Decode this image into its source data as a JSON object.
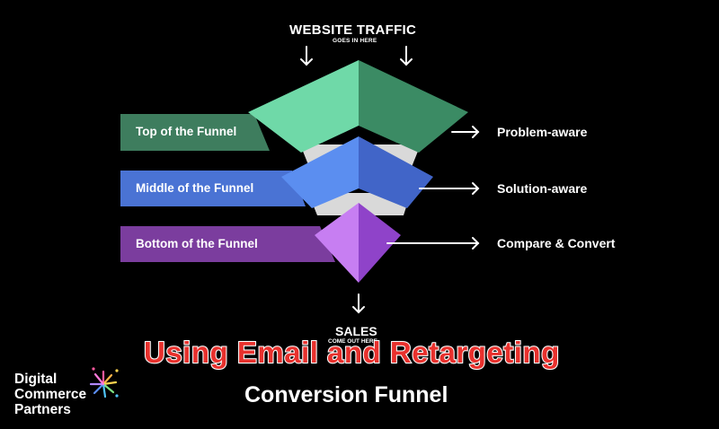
{
  "header": {
    "title": "WEBSITE TRAFFIC",
    "subtitle": "GOES IN HERE"
  },
  "stages": [
    {
      "label": "Top of the Funnel",
      "outcome": "Problem-aware",
      "color": "#3e7d5e"
    },
    {
      "label": "Middle of the Funnel",
      "outcome": "Solution-aware",
      "color": "#4a73d4"
    },
    {
      "label": "Bottom of the Funnel",
      "outcome": "Compare & Convert",
      "color": "#7b3d9e"
    }
  ],
  "footer": {
    "sales_title": "SALES",
    "sales_subtitle": "COME OUT HERE"
  },
  "overlay_title": "Using Email and Retargeting",
  "caption": "Conversion Funnel",
  "brand": {
    "line1": "Digital",
    "line2": "Commerce",
    "line3": "Partners"
  },
  "colors": {
    "background": "#000000",
    "top_light": "#6fd9a8",
    "top_dark": "#3b8b64",
    "middle_light": "#5b8ef0",
    "middle_dark": "#4165c8",
    "bottom_light": "#c77ef2",
    "bottom_dark": "#8f43c9",
    "divider": "#d9d9d9",
    "overlay_text": "#e8312d"
  }
}
